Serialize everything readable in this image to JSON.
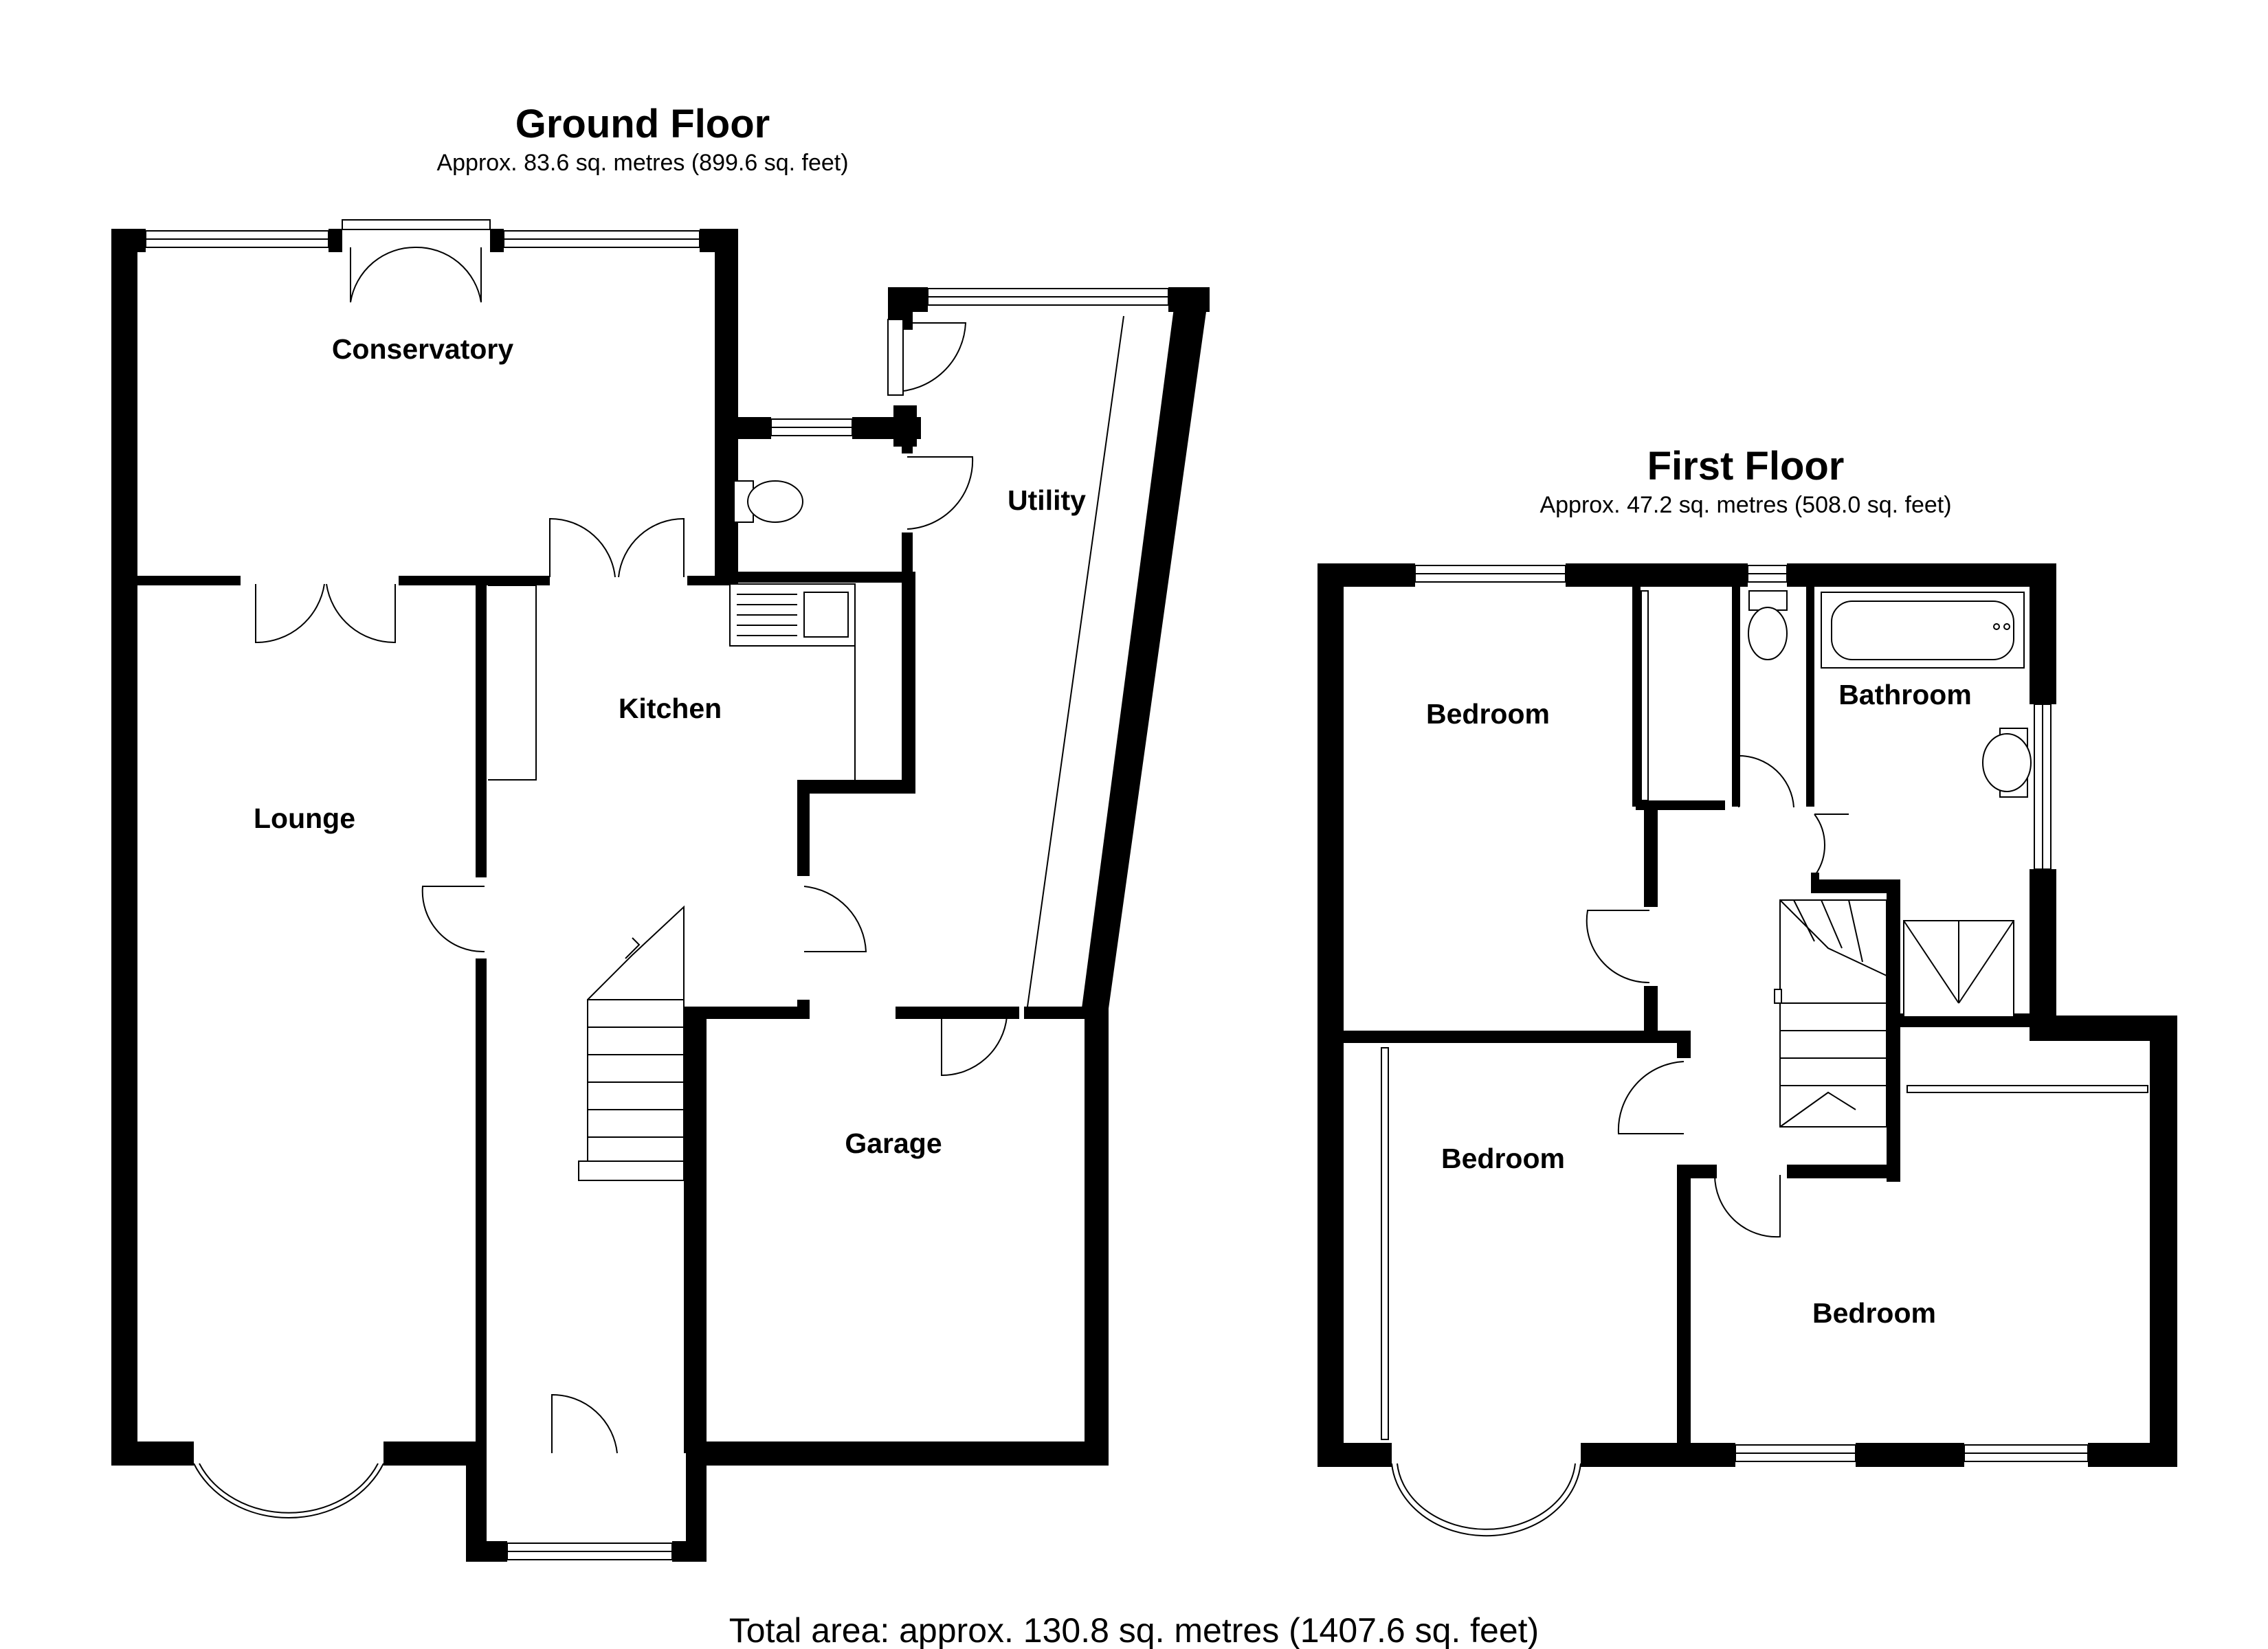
{
  "ground_floor": {
    "title": "Ground Floor",
    "area": "Approx. 83.6 sq. metres (899.6 sq. feet)",
    "rooms": {
      "conservatory": "Conservatory",
      "lounge": "Lounge",
      "kitchen": "Kitchen",
      "utility": "Utility",
      "garage": "Garage"
    }
  },
  "first_floor": {
    "title": "First Floor",
    "area": "Approx. 47.2 sq. metres (508.0 sq. feet)",
    "rooms": {
      "bedroom_1": "Bedroom",
      "bathroom": "Bathroom",
      "bedroom_2": "Bedroom",
      "bedroom_3": "Bedroom"
    }
  },
  "total_area": "Total area: approx. 130.8 sq. metres (1407.6 sq. feet)",
  "colors": {
    "wall": "#000000",
    "background": "#ffffff"
  }
}
